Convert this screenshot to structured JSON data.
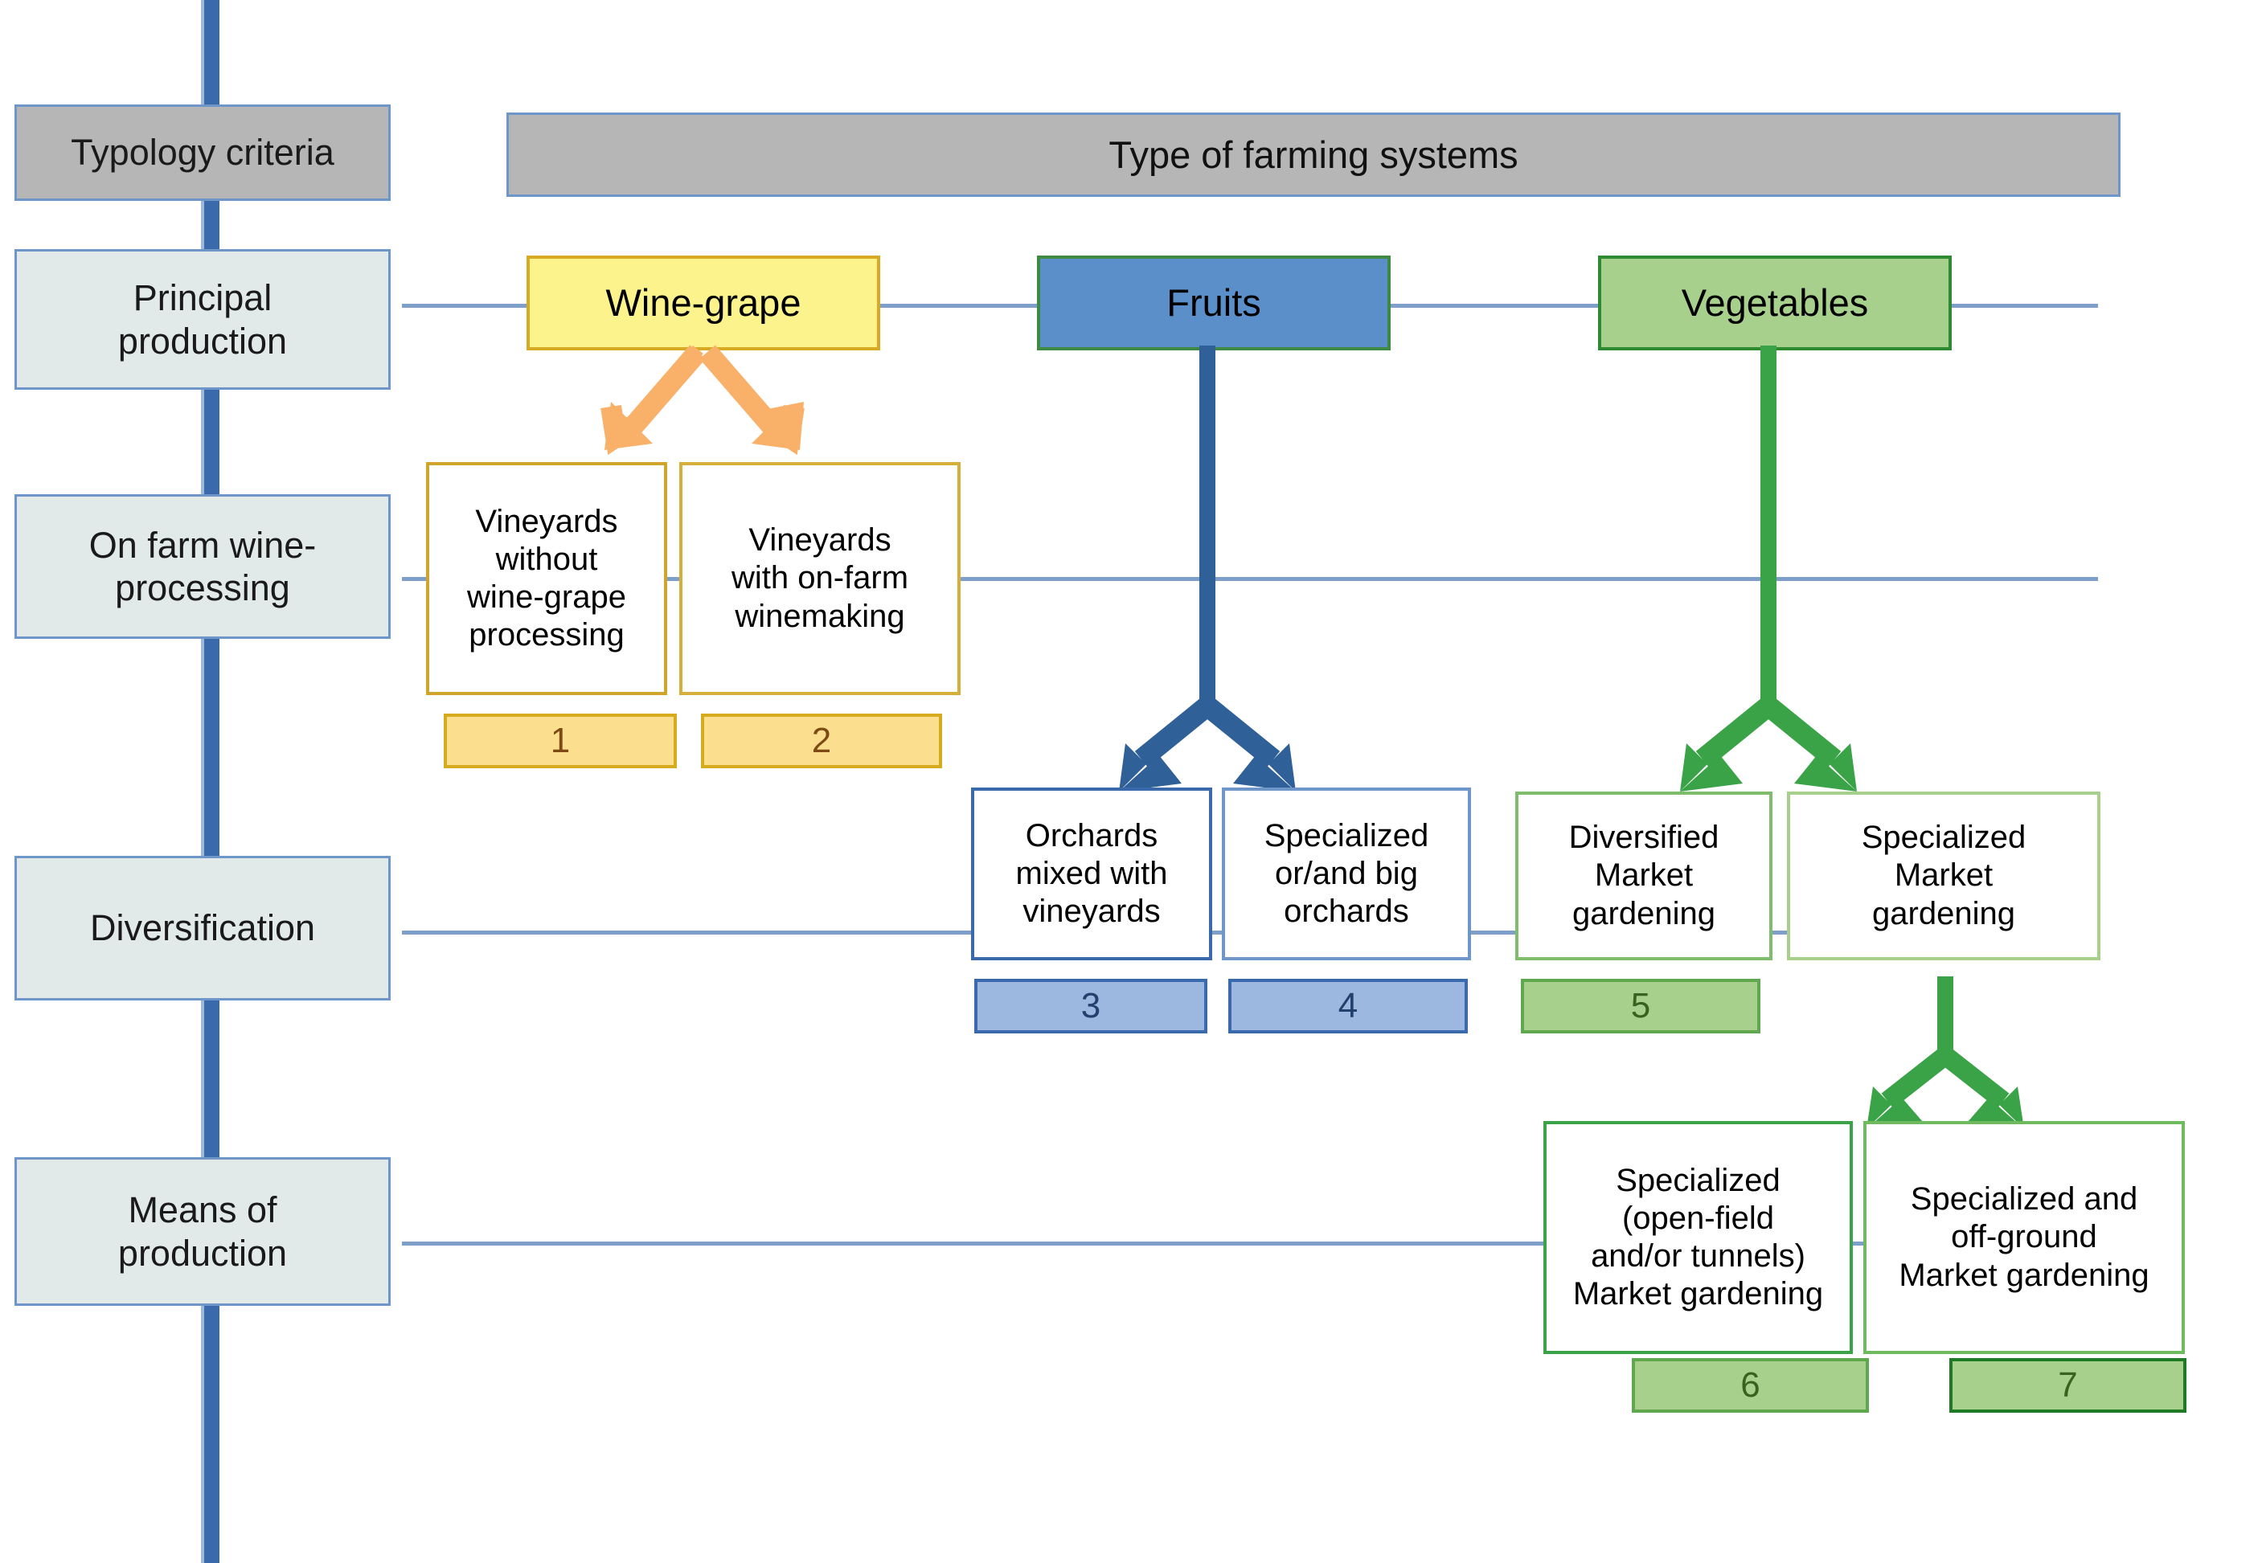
{
  "diagram": {
    "title_header": "Typology criteria",
    "banner": "Type of farming systems",
    "criteria": [
      {
        "id": "principal-production",
        "label": "Principal\nproduction"
      },
      {
        "id": "on-farm-wine-processing",
        "label": "On farm wine-\nprocessing"
      },
      {
        "id": "diversification",
        "label": "Diversification"
      },
      {
        "id": "means-of-production",
        "label": "Means of\nproduction"
      }
    ],
    "categories": [
      {
        "id": "wine-grape",
        "label": "Wine-grape",
        "color": "#fdf38c",
        "border": "#d8a923",
        "arrow_color": "#f9b16a"
      },
      {
        "id": "fruits",
        "label": "Fruits",
        "color": "#5b8fc9",
        "border": "#3e8a42",
        "arrow_color": "#2f6098"
      },
      {
        "id": "vegetables",
        "label": "Vegetables",
        "color": "#a8d08d",
        "border": "#2e8b31",
        "arrow_color": "#3aa347"
      }
    ],
    "leaves": [
      {
        "id": "vineyards-without-processing",
        "label": "Vineyards\nwithout\nwine-grape\nprocessing",
        "number": "1"
      },
      {
        "id": "vineyards-with-winemaking",
        "label": "Vineyards\nwith on-farm\nwinemaking",
        "number": "2"
      },
      {
        "id": "orchards-mixed-with-vineyards",
        "label": "Orchards\nmixed with\nvineyards",
        "number": "3"
      },
      {
        "id": "specialized-big-orchards",
        "label": "Specialized\nor/and big\norchards",
        "number": "4"
      },
      {
        "id": "diversified-market-gardening",
        "label": "Diversified\nMarket\ngardening",
        "number": "5"
      },
      {
        "id": "specialized-market-gardening",
        "label": "Specialized\nMarket\ngardening",
        "number": ""
      },
      {
        "id": "specialized-open-field-tunnels",
        "label": "Specialized\n(open-field\nand/or tunnels)\nMarket gardening",
        "number": "6"
      },
      {
        "id": "specialized-off-ground",
        "label": "Specialized and\noff-ground\nMarket gardening",
        "number": "7"
      }
    ],
    "colors": {
      "spine": "#3a6aab",
      "rail": "#7f9fcb",
      "grey_fill": "#b6b6b6",
      "criteria_fill": "#e2eae9",
      "criteria_border": "#6f96c8",
      "yellow_fill": "#fdf38c",
      "yellow_badge": "#fbdf8e",
      "blue_fill": "#5b8fc9",
      "blue_badge": "#9db8e0",
      "green_fill": "#a8d08d",
      "orange_arrow": "#f9b16a",
      "blue_arrow": "#2f6098",
      "green_arrow": "#3aa347"
    }
  }
}
